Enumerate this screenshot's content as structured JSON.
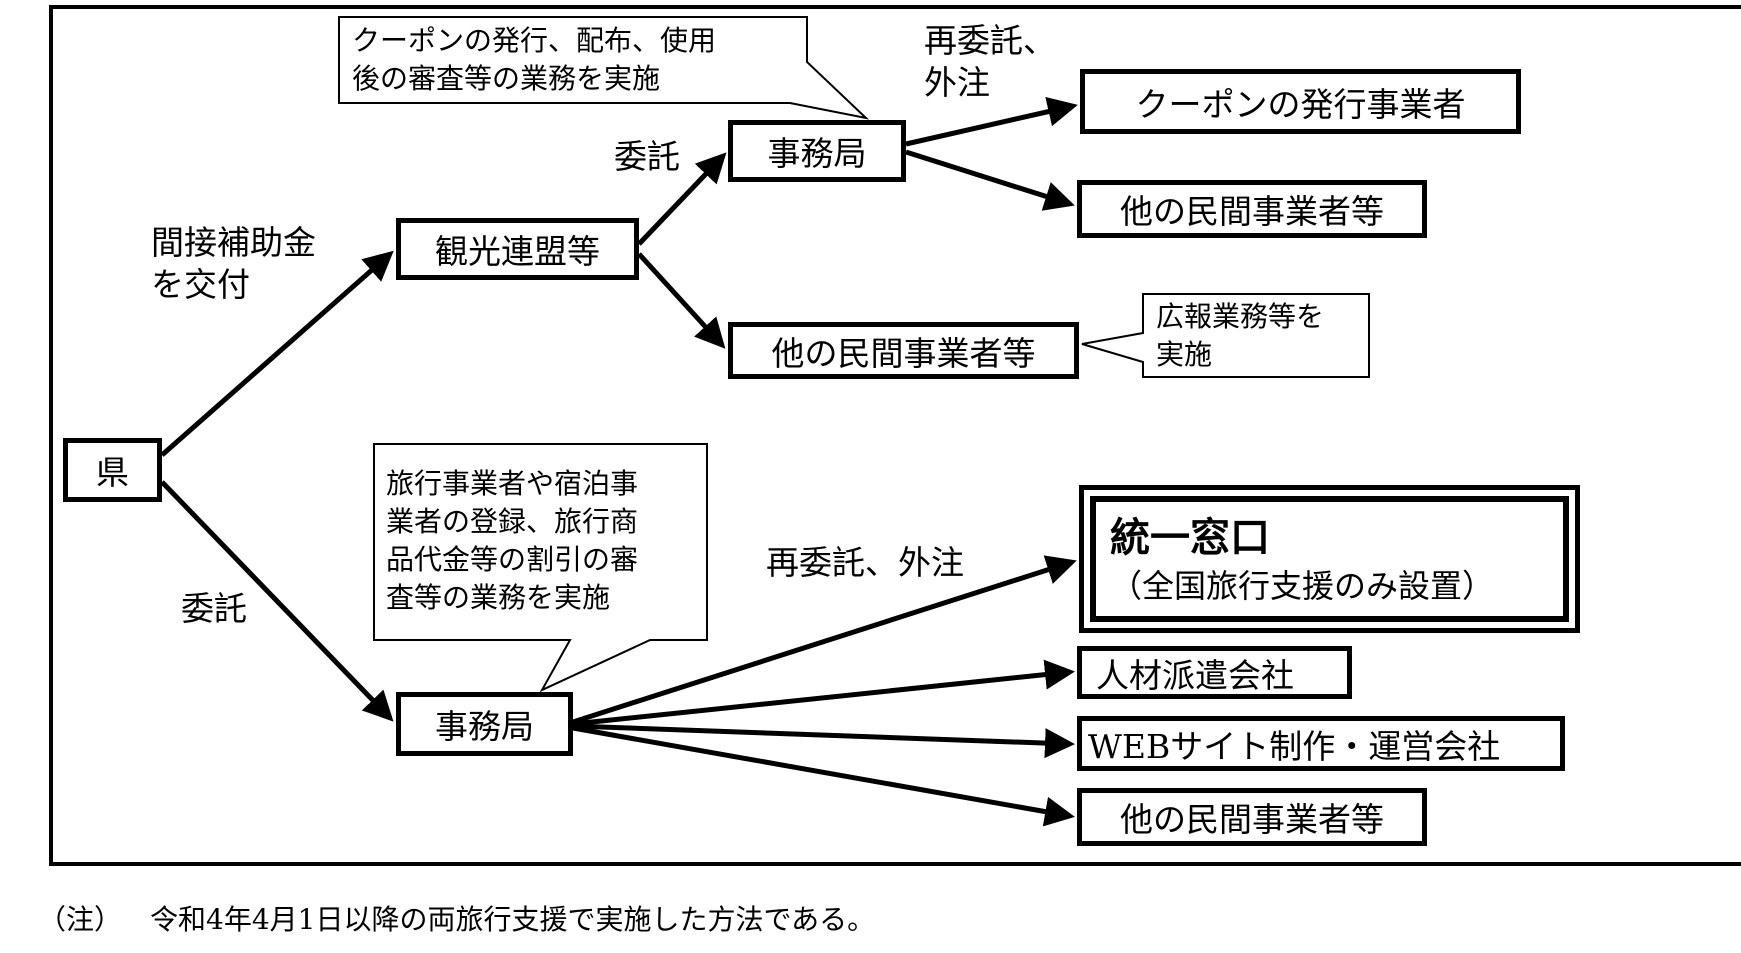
{
  "nodes": {
    "prefecture": "県",
    "tourism_federation": "観光連盟等",
    "secretariat_top": "事務局",
    "other_private_mid": "他の民間事業者等",
    "coupon_issuer": "クーポンの発行事業者",
    "other_private_top": "他の民間事業者等",
    "secretariat_bottom": "事務局",
    "unified_window_title": "統一窓口",
    "unified_window_sub": "（全国旅行支援のみ設置）",
    "staffing_company": "人材派遣会社",
    "web_company": "WEBサイト制作・運営会社",
    "other_private_bottom": "他の民間事業者等"
  },
  "edge_labels": {
    "indirect_subsidy_line1": "間接補助金",
    "indirect_subsidy_line2": "を交付",
    "consign_top": "委託",
    "reconsign_top_line1": "再委託、",
    "reconsign_top_line2": "外注",
    "consign_bottom": "委託",
    "reconsign_bottom": "再委託、外注"
  },
  "callouts": {
    "coupon_tasks": [
      "クーポンの発行、配布、使用",
      "後の審査等の業務を実施"
    ],
    "pr_tasks": [
      "広報業務等を",
      "実施"
    ],
    "travel_tasks": [
      "旅行事業者や宿泊事",
      "業者の登録、旅行商",
      "品代金等の割引の審",
      "査等の業務を実施"
    ]
  },
  "footnote": {
    "marker": "（注）",
    "text": "令和4年4月1日以降の両旅行支援で実施した方法である。"
  }
}
